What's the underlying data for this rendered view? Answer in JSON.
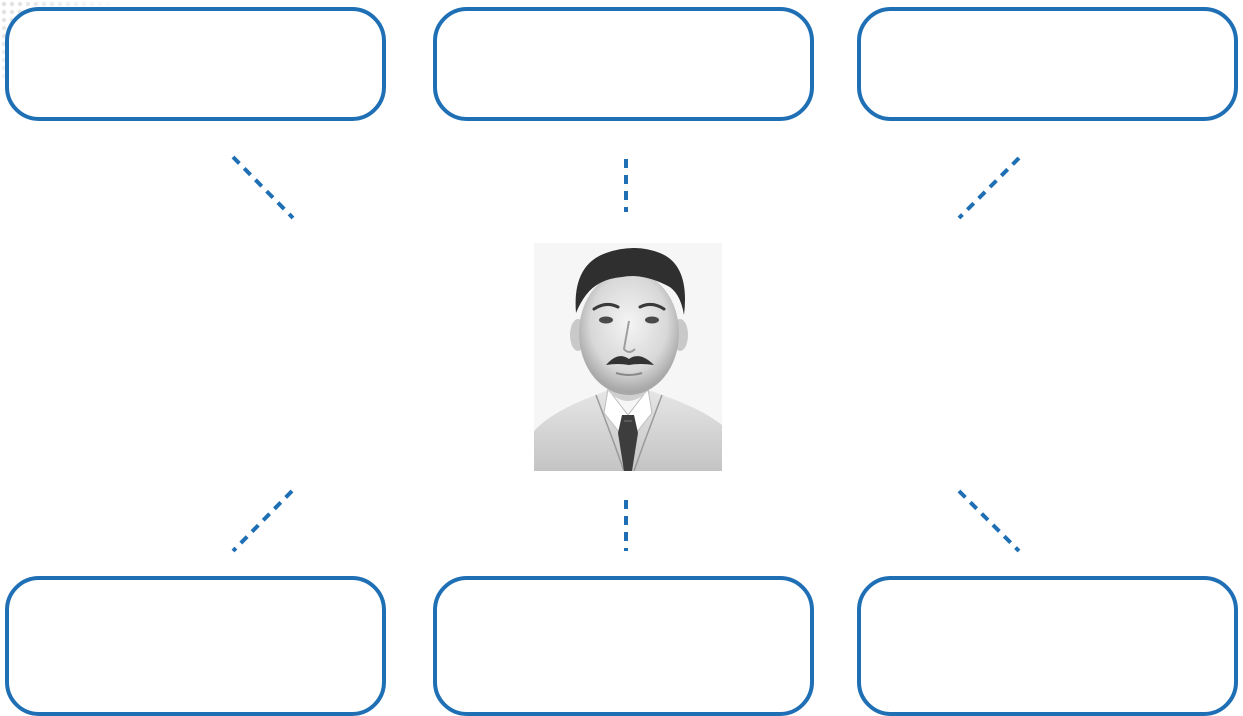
{
  "diagram": {
    "center_image": "portrait-photo",
    "boxes": [
      {
        "id": "top-left",
        "label": ""
      },
      {
        "id": "top-center",
        "label": ""
      },
      {
        "id": "top-right",
        "label": ""
      },
      {
        "id": "bottom-left",
        "label": ""
      },
      {
        "id": "bottom-center",
        "label": ""
      },
      {
        "id": "bottom-right",
        "label": ""
      }
    ],
    "connector_style": "dashed",
    "colors": {
      "accent": "#1f6fb5",
      "background": "#ffffff",
      "dots": "#dcdcdc"
    }
  }
}
